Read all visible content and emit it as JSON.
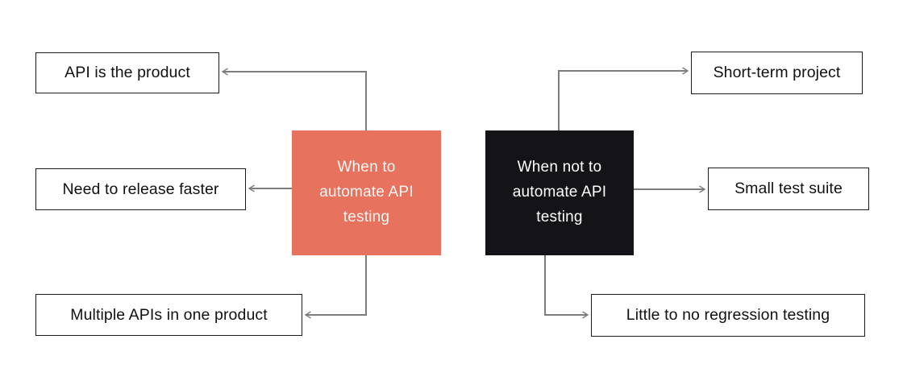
{
  "diagram": {
    "left_group": {
      "center": {
        "label": "When to\nautomate API\ntesting",
        "bg_color": "#e7735e",
        "text_color": "#fff6f3"
      },
      "items": [
        {
          "label": "API is the product"
        },
        {
          "label": "Need to release faster"
        },
        {
          "label": "Multiple APIs in one product"
        }
      ]
    },
    "right_group": {
      "center": {
        "label": "When not to\nautomate API\ntesting",
        "bg_color": "#141418",
        "text_color": "#ffffff"
      },
      "items": [
        {
          "label": "Short-term project"
        },
        {
          "label": "Small test suite"
        },
        {
          "label": "Little to no regression testing"
        }
      ]
    },
    "colors": {
      "connector": "#7d7d7d",
      "box_border": "#1a1a1a",
      "box_text": "#111111",
      "background": "#ffffff"
    }
  }
}
